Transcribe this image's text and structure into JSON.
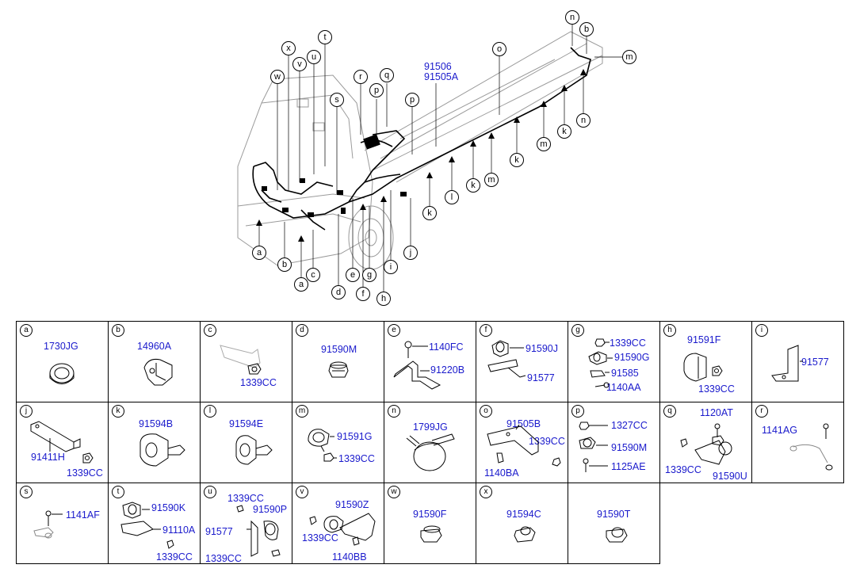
{
  "main_numbers": [
    "91506",
    "91505A"
  ],
  "callout_letters": {
    "a1": "a",
    "a2": "a",
    "b1": "b",
    "b2": "b",
    "c": "c",
    "d": "d",
    "e": "e",
    "f": "f",
    "g": "g",
    "h": "h",
    "i": "i",
    "j": "j",
    "k1": "k",
    "k2": "k",
    "k3": "k",
    "k4": "k",
    "l": "l",
    "m1": "m",
    "m2": "m",
    "m3": "m",
    "n1": "n",
    "n2": "n",
    "o": "o",
    "p1": "p",
    "p2": "p",
    "q": "q",
    "r": "r",
    "s": "s",
    "t": "t",
    "u": "u",
    "v": "v",
    "w": "w",
    "x": "x"
  },
  "cells": [
    {
      "letter": "a",
      "labels": [
        "1730JG"
      ]
    },
    {
      "letter": "b",
      "labels": [
        "14960A"
      ]
    },
    {
      "letter": "c",
      "labels": [
        "1339CC"
      ]
    },
    {
      "letter": "d",
      "labels": [
        "91590M"
      ]
    },
    {
      "letter": "e",
      "labels": [
        "1140FC",
        "91220B"
      ]
    },
    {
      "letter": "f",
      "labels": [
        "91590J",
        "91577"
      ]
    },
    {
      "letter": "g",
      "labels": [
        "1339CC",
        "91590G",
        "91585",
        "1140AA"
      ]
    },
    {
      "letter": "h",
      "labels": [
        "91591F",
        "1339CC"
      ]
    },
    {
      "letter": "i",
      "labels": [
        "91577"
      ]
    },
    {
      "letter": "j",
      "labels": [
        "91411H",
        "1339CC"
      ]
    },
    {
      "letter": "k",
      "labels": [
        "91594B"
      ]
    },
    {
      "letter": "l",
      "labels": [
        "91594E"
      ]
    },
    {
      "letter": "m",
      "labels": [
        "91591G",
        "1339CC"
      ]
    },
    {
      "letter": "n",
      "labels": [
        "1799JG"
      ]
    },
    {
      "letter": "o",
      "labels": [
        "91505B",
        "1339CC",
        "1140BA"
      ]
    },
    {
      "letter": "p",
      "labels": [
        "1327CC",
        "91590M",
        "1125AE"
      ]
    },
    {
      "letter": "q",
      "labels": [
        "1120AT",
        "1339CC",
        "91590U"
      ]
    },
    {
      "letter": "r",
      "labels": [
        "1141AG"
      ]
    },
    {
      "letter": "s",
      "labels": [
        "1141AF"
      ]
    },
    {
      "letter": "t",
      "labels": [
        "91590K",
        "91110A",
        "1339CC"
      ]
    },
    {
      "letter": "u",
      "labels": [
        "1339CC",
        "91590P",
        "91577",
        "1339CC"
      ]
    },
    {
      "letter": "v",
      "labels": [
        "91590Z",
        "1339CC",
        "1140BB"
      ]
    },
    {
      "letter": "w",
      "labels": [
        "91590F"
      ]
    },
    {
      "letter": "x",
      "labels": [
        "91594C"
      ]
    },
    {
      "letter": "",
      "labels": [
        "91590T"
      ]
    }
  ]
}
